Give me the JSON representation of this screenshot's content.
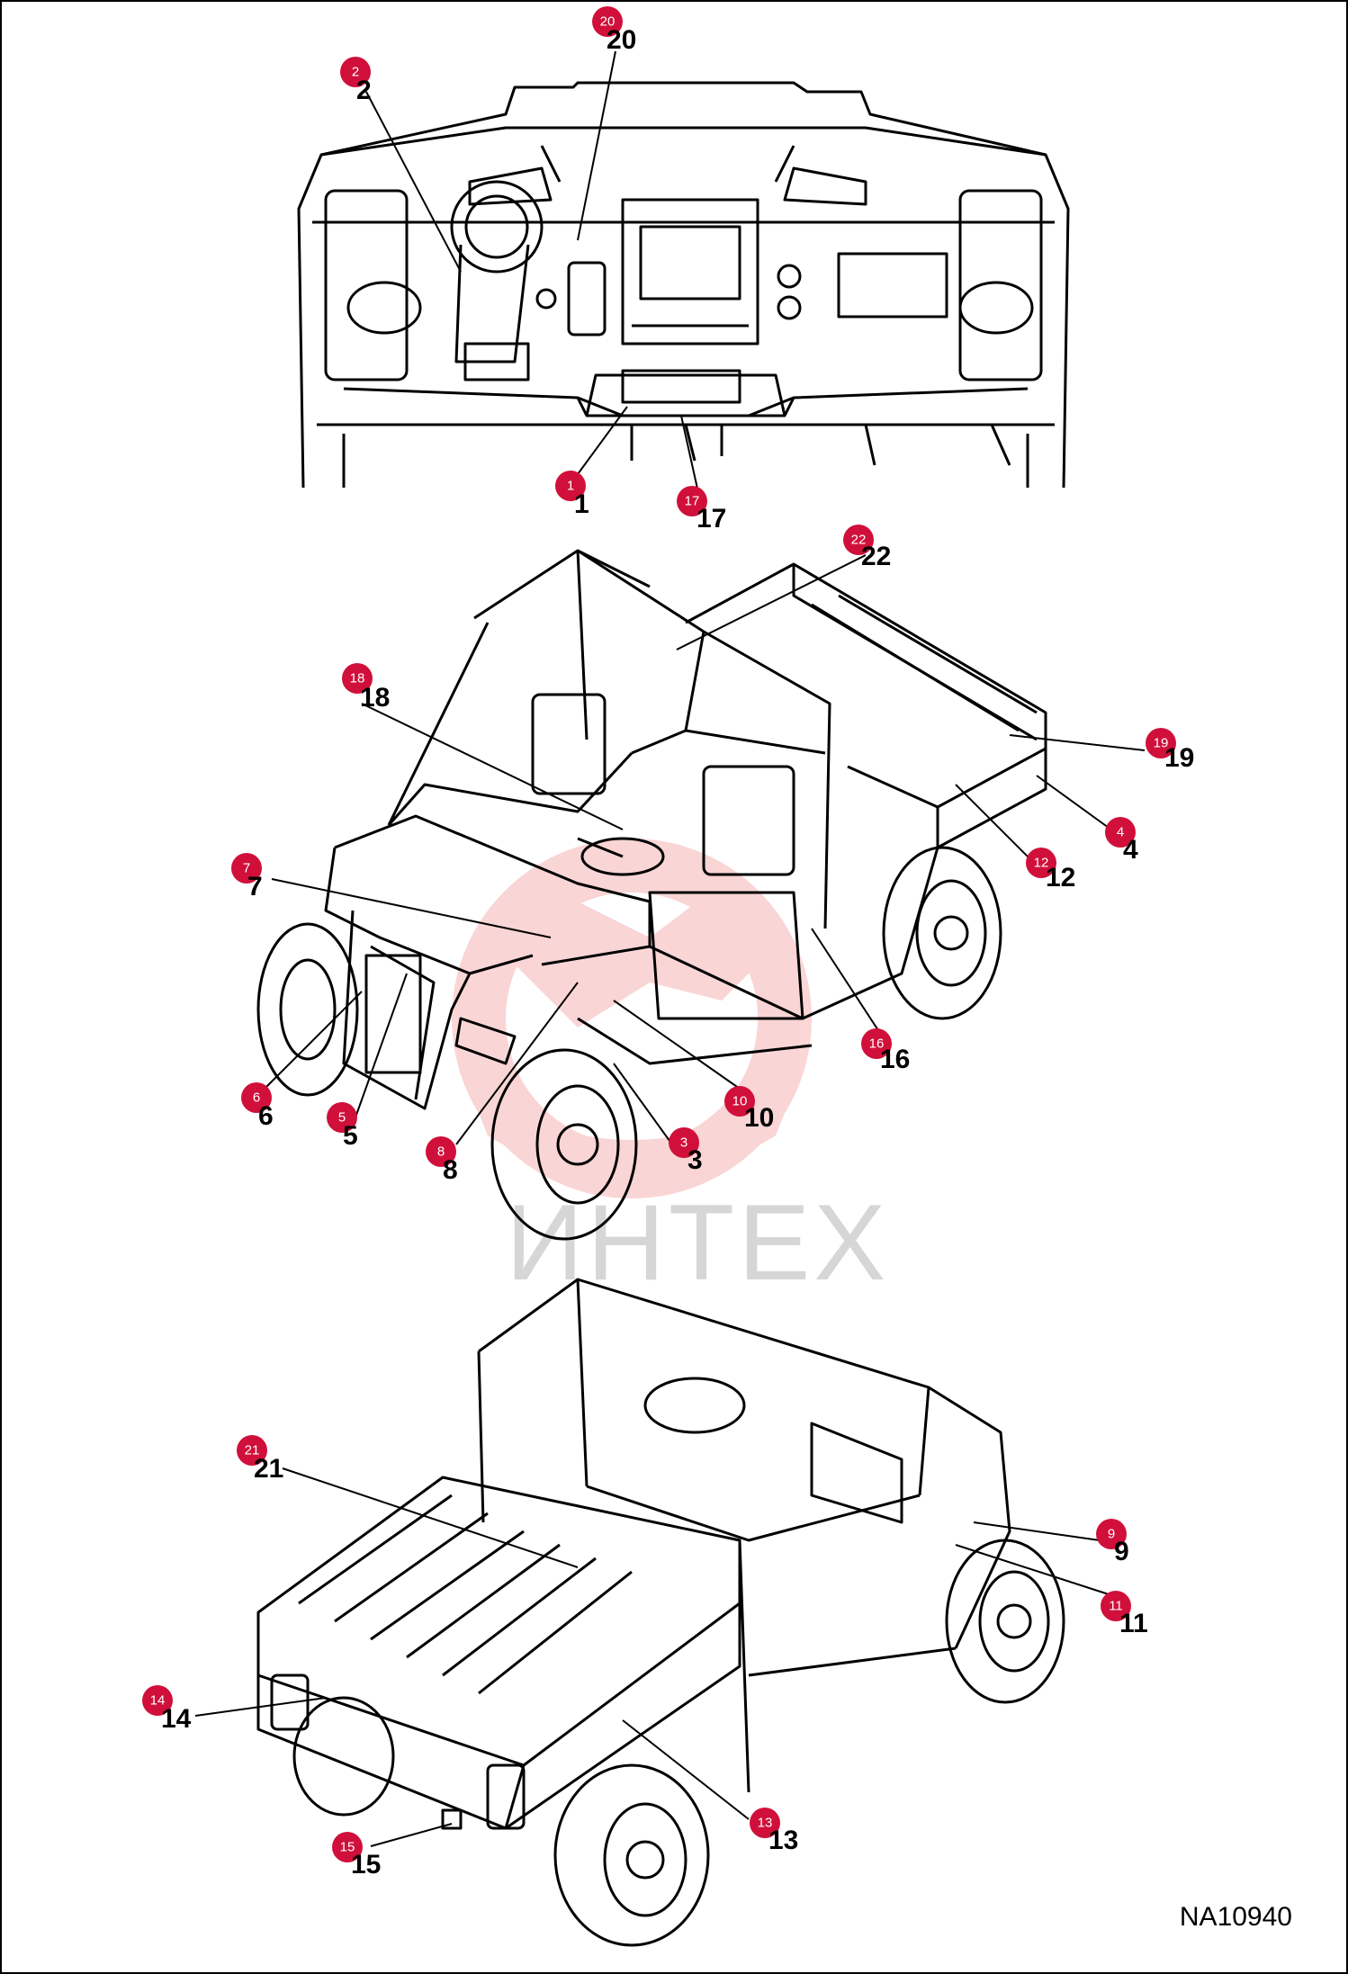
{
  "drawing": {
    "doc_id": "NA10940",
    "watermark": "ИНТЕХ"
  },
  "callouts": [
    {
      "n": "1"
    },
    {
      "n": "2"
    },
    {
      "n": "3"
    },
    {
      "n": "4"
    },
    {
      "n": "5"
    },
    {
      "n": "6"
    },
    {
      "n": "7"
    },
    {
      "n": "8"
    },
    {
      "n": "9"
    },
    {
      "n": "10"
    },
    {
      "n": "11"
    },
    {
      "n": "12"
    },
    {
      "n": "13"
    },
    {
      "n": "14"
    },
    {
      "n": "15"
    },
    {
      "n": "16"
    },
    {
      "n": "17"
    },
    {
      "n": "18"
    },
    {
      "n": "19"
    },
    {
      "n": "20"
    },
    {
      "n": "21"
    },
    {
      "n": "22"
    }
  ],
  "colors": {
    "badge": "#d0103a",
    "line": "#000000",
    "watermark_logo": "#f3b0b0"
  }
}
